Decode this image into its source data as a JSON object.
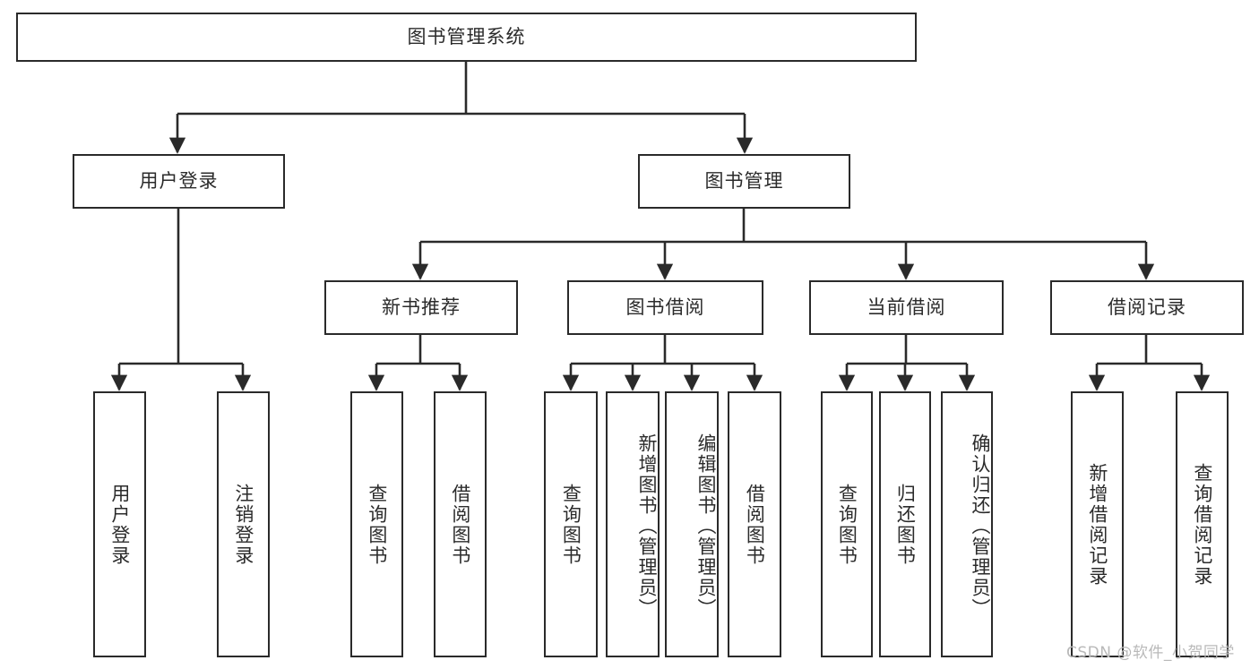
{
  "diagram": {
    "type": "tree-hierarchy",
    "title": "图书管理系统",
    "colors": {
      "box_border": "#2a2a2a",
      "box_fill": "#ffffff",
      "text": "#2b2b2b",
      "edge": "#2a2a2a",
      "watermark": "#b9b9b9",
      "background": "#ffffff"
    },
    "root": {
      "label": "图书管理系统"
    },
    "level2": [
      {
        "label": "用户登录"
      },
      {
        "label": "图书管理"
      }
    ],
    "level3": [
      {
        "label": "新书推荐"
      },
      {
        "label": "图书借阅"
      },
      {
        "label": "当前借阅"
      },
      {
        "label": "借阅记录"
      }
    ],
    "leaves": {
      "user_login": [
        {
          "label": "用户登录"
        },
        {
          "label": "注销登录"
        }
      ],
      "new_book_recommend": [
        {
          "label": "查询图书"
        },
        {
          "label": "借阅图书"
        }
      ],
      "book_borrow": [
        {
          "label": "查询图书"
        },
        {
          "label": "新增图书（管理员）"
        },
        {
          "label": "编辑图书（管理员）"
        },
        {
          "label": "借阅图书"
        }
      ],
      "current_borrow": [
        {
          "label": "查询图书"
        },
        {
          "label": "归还图书"
        },
        {
          "label": "确认归还（管理员）"
        }
      ],
      "borrow_record": [
        {
          "label": "新增借阅记录"
        },
        {
          "label": "查询借阅记录"
        }
      ]
    }
  },
  "watermark": {
    "text": "CSDN @软件_小贺同学"
  }
}
